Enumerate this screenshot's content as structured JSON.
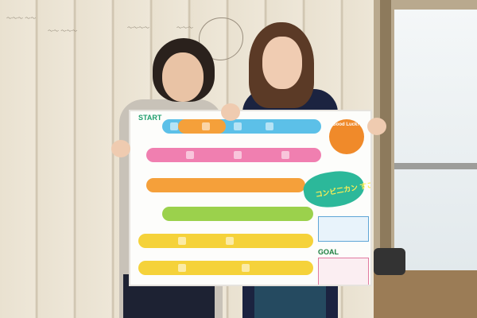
{
  "board": {
    "start_label": "START",
    "goal_label": "GOAL",
    "title_text": "コンビ二カン すごろく",
    "good_luck": "Good Luck!"
  },
  "colors": {
    "lane_orange": "#f5a03a",
    "lane_blue": "#5cc0e8",
    "lane_pink": "#f07fb0",
    "lane_green": "#9bd14c",
    "lane_yellow": "#f5d23a",
    "accent_teal": "#2cb89a"
  }
}
